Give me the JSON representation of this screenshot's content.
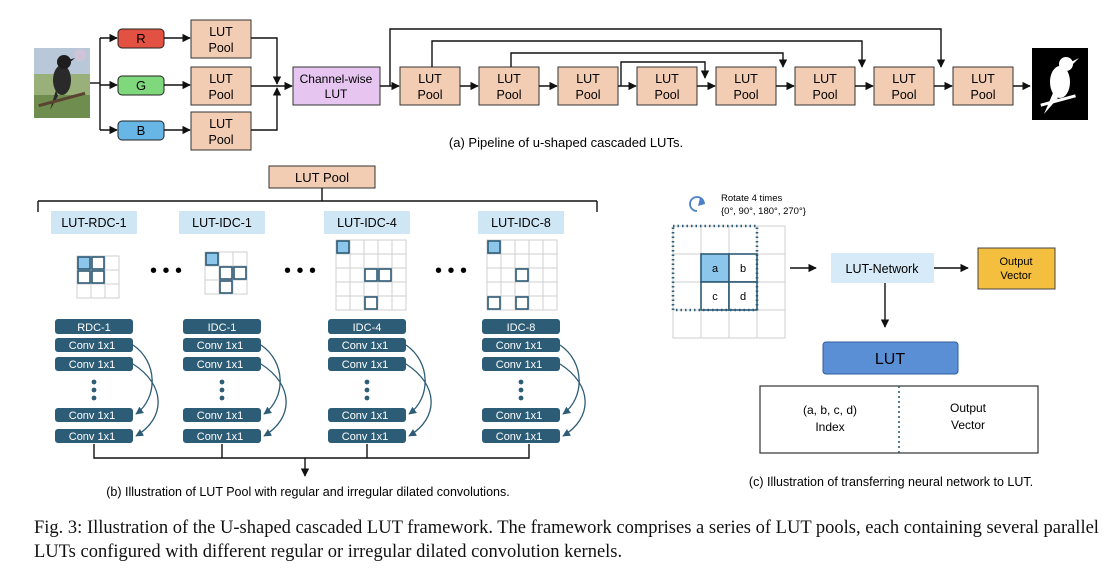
{
  "pipeline": {
    "channels": [
      {
        "label": "R",
        "color": "#e25141"
      },
      {
        "label": "G",
        "color": "#7fd97c"
      },
      {
        "label": "B",
        "color": "#67b6e6"
      }
    ],
    "lut_pool_line1": "LUT",
    "lut_pool_line2": "Pool",
    "channel_wise_line1": "Channel-wise",
    "channel_wise_line2": "LUT",
    "caption": "(a) Pipeline of u-shaped cascaded LUTs."
  },
  "pool": {
    "title": "LUT Pool",
    "branches": [
      {
        "tag": "LUT-RDC-1",
        "head": "RDC-1"
      },
      {
        "tag": "LUT-IDC-1",
        "head": "IDC-1"
      },
      {
        "tag": "LUT-IDC-4",
        "head": "IDC-4"
      },
      {
        "tag": "LUT-IDC-8",
        "head": "IDC-8"
      }
    ],
    "conv_label": "Conv 1x1",
    "caption": "(b) Illustration of LUT Pool with regular and irregular dilated convolutions."
  },
  "transfer": {
    "rotate_line1": "Rotate 4 times",
    "rotate_line2": "{0°, 90°, 180°, 270°}",
    "cells": [
      "a",
      "b",
      "c",
      "d"
    ],
    "network": "LUT-Network",
    "output_line1": "Output",
    "output_line2": "Vector",
    "lut": "LUT",
    "index_line1": "(a, b, c, d)",
    "index_line2": "Index",
    "table_output_line1": "Output",
    "table_output_line2": "Vector",
    "caption": "(c) Illustration of transferring neural network to LUT."
  },
  "figure_caption": "Fig. 3: Illustration of the U-shaped cascaded LUT framework. The framework comprises a series of LUT pools, each containing several parallel LUTs configured with different regular or irregular dilated convolution kernels.",
  "colors": {
    "lut_pool_fill": "#f2cdb3",
    "channel_wise_fill": "#e6c6f0",
    "tag_fill": "#cfe6f5",
    "conv_fill": "#2d5c76",
    "network_fill": "#d6ebf7",
    "output_fill": "#f4be3e",
    "lut_fill": "#5b8fd5",
    "cell_a": "#8cc6ea"
  }
}
